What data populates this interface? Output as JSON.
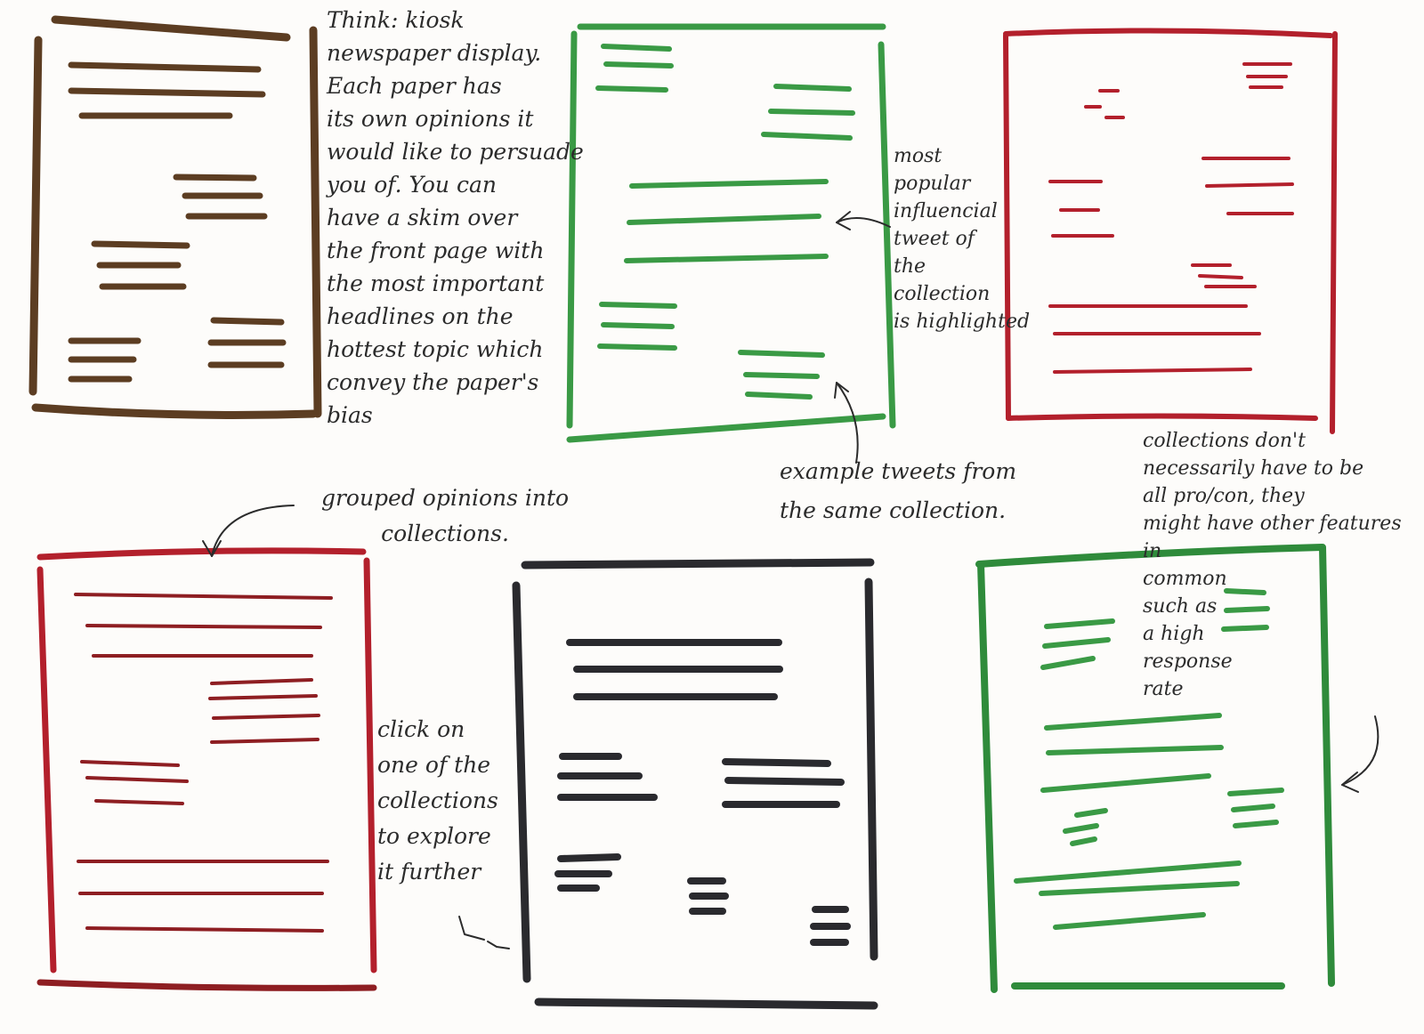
{
  "notes": {
    "kiosk": "Think: kiosk\nnewspaper display.\nEach paper has\nits own opinions it\nwould like to persuade\nyou of. You can\nhave a skim over\nthe front page with\nthe most important\nheadlines on the\nhottest topic which\nconvey the paper's\nbias",
    "popular": "most\npopular\ninfluencial\ntweet of\nthe\ncollection\nis highlighted",
    "examples": "example tweets from\nthe same collection.",
    "collections_features": "collections don't\nnecessarily have to be\nall pro/con, they\nmight have other features\nin\ncommon\nsuch as\na high\nresponse\nrate",
    "grouped": "grouped opinions into\ncollections.",
    "click": "click on\none of the\ncollections\nto explore\nit further"
  },
  "colors": {
    "brown": "#5c3d22",
    "green": "#3a9a45",
    "red": "#b3202c",
    "dark_red": "#8e1e22",
    "black": "#2a2a2e",
    "ink": "#2b2b2b"
  },
  "frames": [
    {
      "name": "newspaper-frame-brown",
      "color": "brown"
    },
    {
      "name": "collection-frame-green",
      "color": "green"
    },
    {
      "name": "collection-frame-red",
      "color": "red"
    },
    {
      "name": "collection-frame-dark-red",
      "color": "dark_red"
    },
    {
      "name": "collection-frame-black",
      "color": "black"
    },
    {
      "name": "collection-frame-green-2",
      "color": "green"
    }
  ]
}
